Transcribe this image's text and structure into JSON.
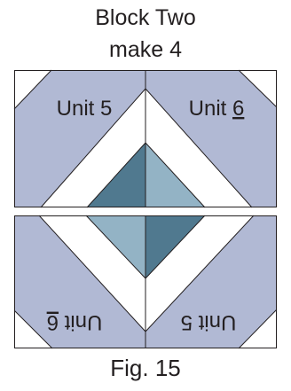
{
  "header": {
    "title": "Block Two",
    "subtitle": "make 4"
  },
  "units": {
    "top_left": "Unit 5",
    "top_right_prefix": "Unit ",
    "top_right_number": "6",
    "bottom_left_prefix": "Unit ",
    "bottom_left_number": "6",
    "bottom_right": "Unit 5"
  },
  "caption": "Fig. 15",
  "colors": {
    "lavender": "#b1b9d4",
    "teal_dark": "#50798f",
    "teal_light": "#93b3c5",
    "outline": "#231f20",
    "background": "#ffffff"
  }
}
